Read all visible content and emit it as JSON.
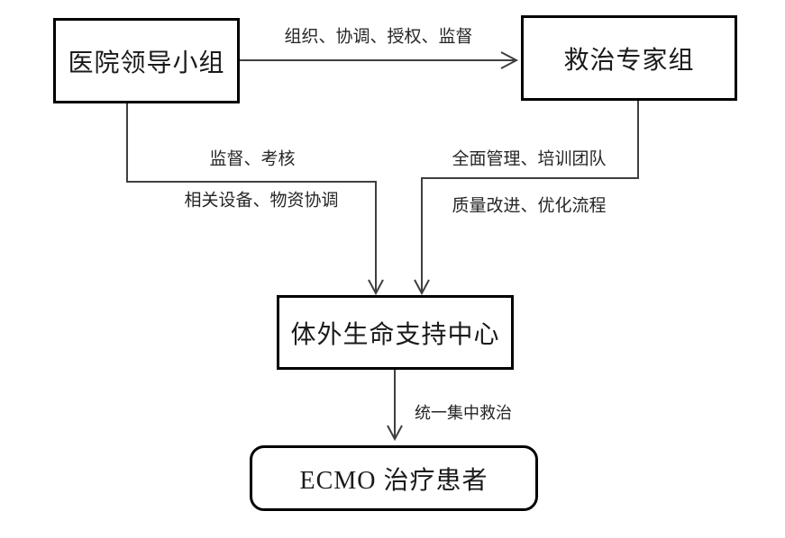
{
  "diagram": {
    "nodes": {
      "leadership": {
        "label": "医院领导小组"
      },
      "experts": {
        "label": "救治专家组"
      },
      "support_center": {
        "label": "体外生命支持中心"
      },
      "patients": {
        "label": "ECMO 治疗患者"
      }
    },
    "edges": {
      "leadership_to_experts": {
        "label": "组织、协调、授权、监督"
      },
      "leadership_to_center": {
        "label_top": "监督、考核",
        "label_bottom": "相关设备、物资协调"
      },
      "experts_to_center": {
        "label_top": "全面管理、培训团队",
        "label_bottom": "质量改进、优化流程"
      },
      "center_to_patients": {
        "label": "统一集中救治"
      }
    },
    "colors": {
      "background": "#ffffff",
      "box_border": "#000000",
      "connector_line": "#3f3f3f",
      "text": "#1a1a1a"
    }
  }
}
